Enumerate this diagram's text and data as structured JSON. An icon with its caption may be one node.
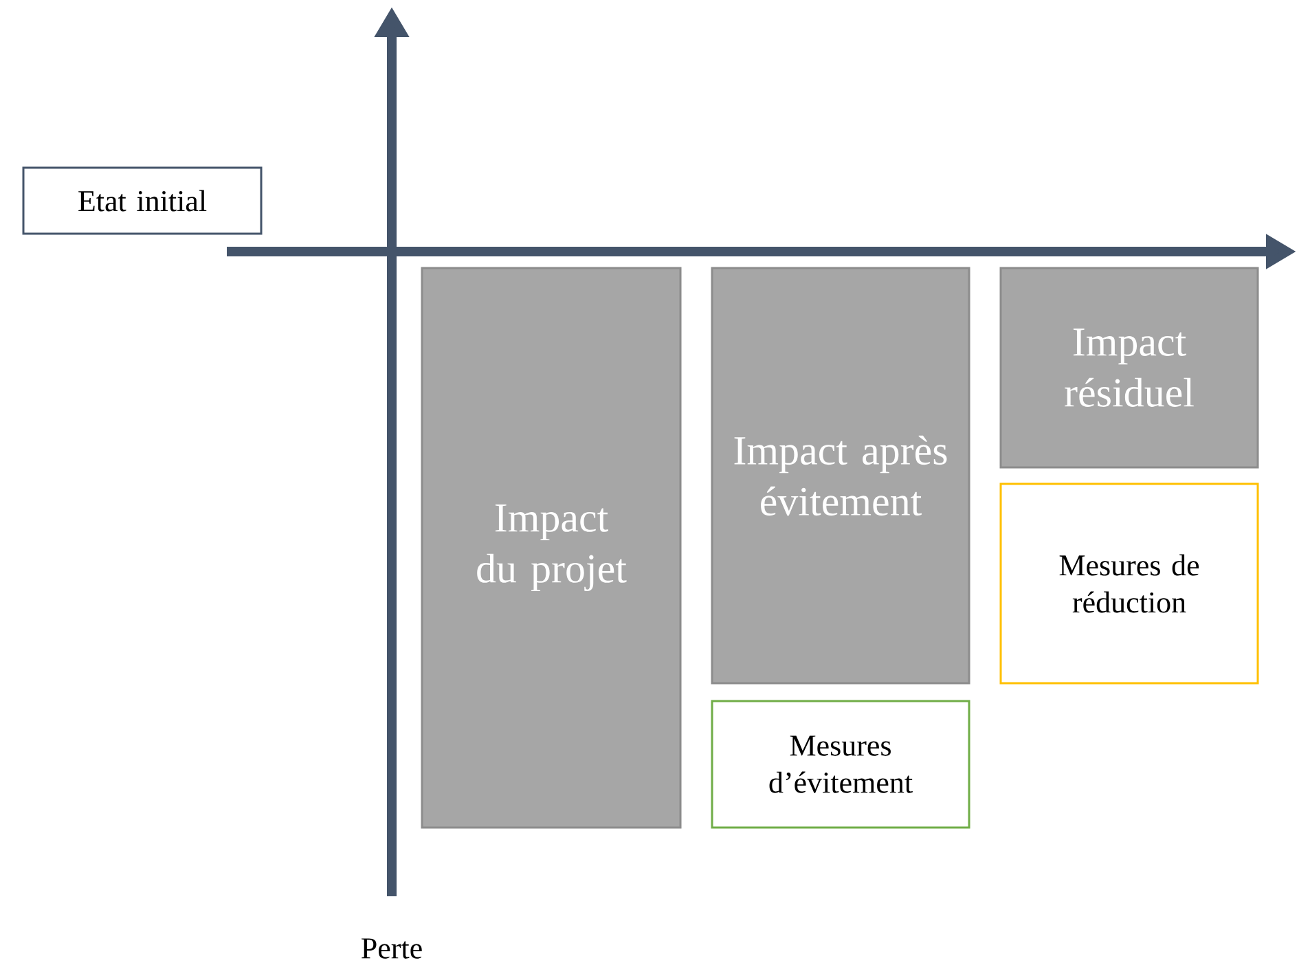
{
  "diagram": {
    "nodes": [
      {
        "text": [
          "Etat initial"
        ]
      },
      {
        "text": [
          "Impact du projet"
        ]
      },
      {
        "text": [
          "Impact après évitement"
        ]
      },
      {
        "text": [
          "Mesures d’évitement"
        ]
      },
      {
        "text": [
          "Impact résiduel"
        ]
      },
      {
        "text": [
          "Mesures de réduction"
        ]
      }
    ],
    "labels": [
      "Perte"
    ]
  }
}
